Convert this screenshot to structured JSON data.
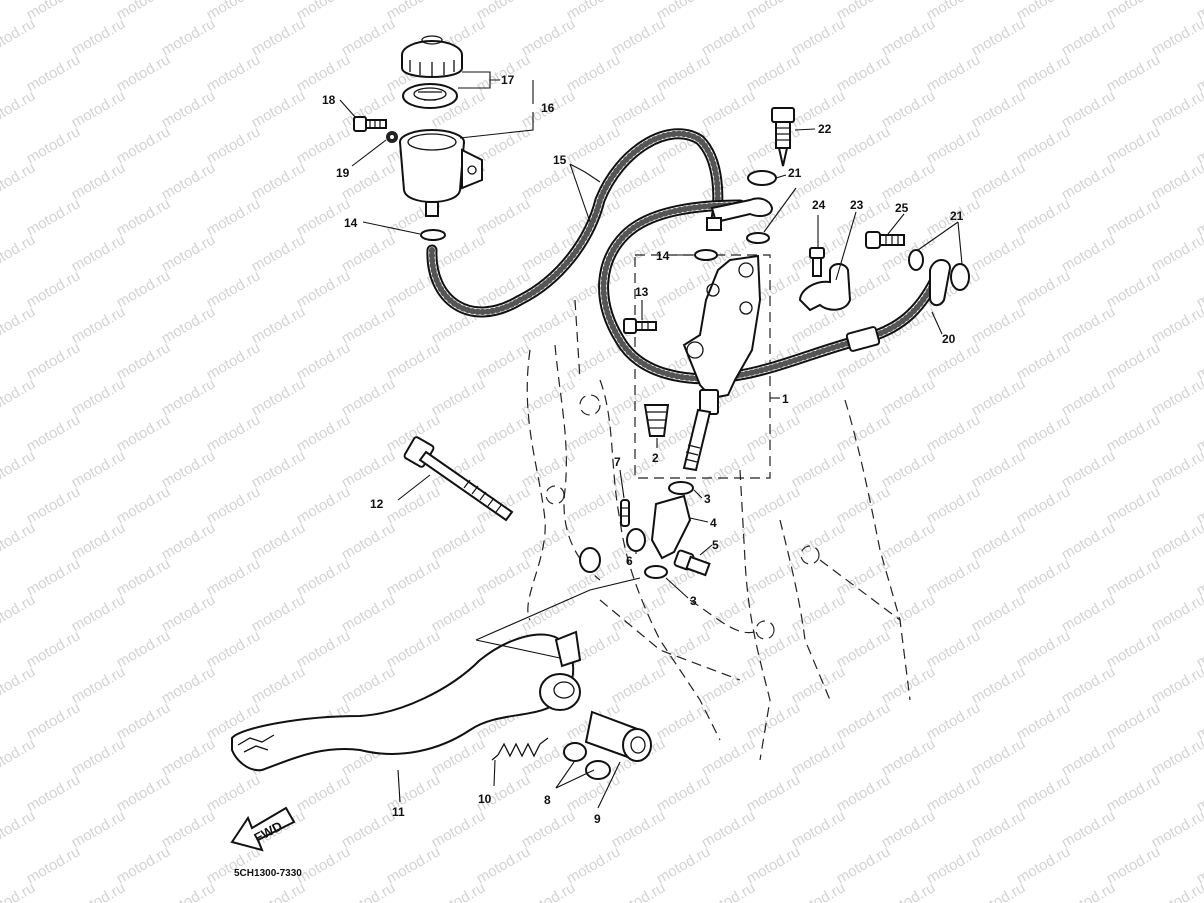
{
  "watermark": "motod.ru",
  "diagram_code": "5CH1300-7330",
  "fwd_label": "FWD",
  "callouts": {
    "p1": "1",
    "p2": "2",
    "p3a": "3",
    "p3b": "3",
    "p4": "4",
    "p5": "5",
    "p6": "6",
    "p7": "7",
    "p8": "8",
    "p9": "9",
    "p10": "10",
    "p11": "11",
    "p12": "12",
    "p13": "13",
    "p14a": "14",
    "p14b": "14",
    "p15": "15",
    "p16": "16",
    "p17": "17",
    "p18": "18",
    "p19": "19",
    "p20": "20",
    "p21a": "21",
    "p21b": "21",
    "p22": "22",
    "p23": "23",
    "p24": "24",
    "p25": "25"
  }
}
